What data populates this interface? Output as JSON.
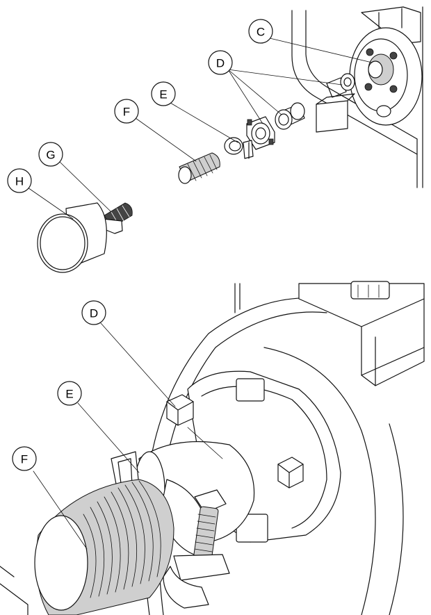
{
  "top_diagram": {
    "callouts": {
      "C": "C",
      "D": "D",
      "E": "E",
      "F": "F",
      "G": "G",
      "H": "H"
    }
  },
  "bottom_diagram": {
    "callouts": {
      "D": "D",
      "E": "E",
      "F": "F"
    }
  }
}
